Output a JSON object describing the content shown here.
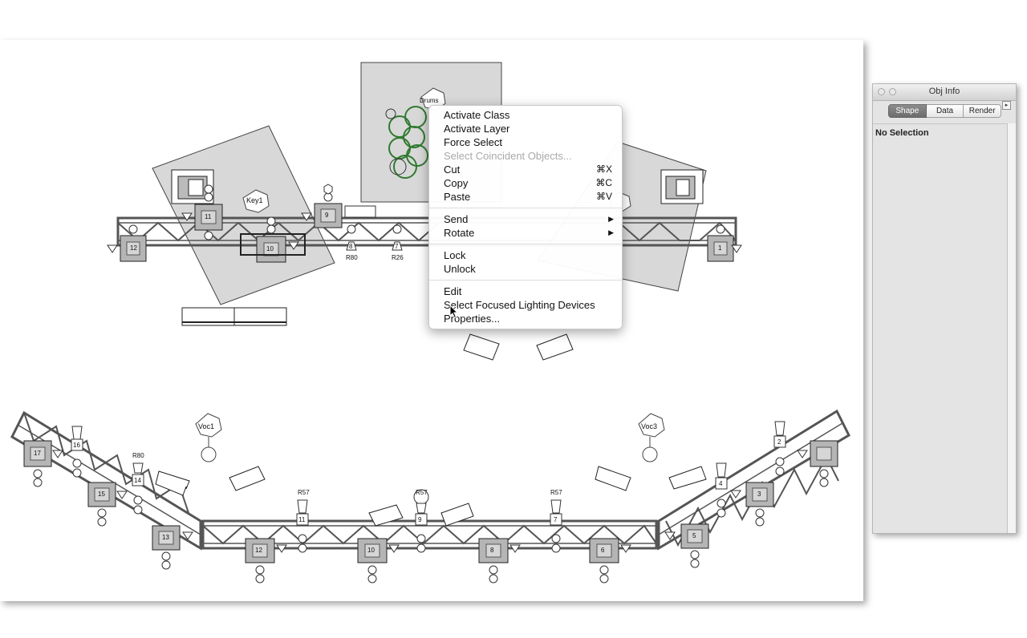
{
  "drawing": {
    "labels": {
      "drums": "Drums",
      "key1": "Key1",
      "voc1": "Voc1",
      "voc3": "Voc3",
      "r80_top": "R80",
      "r26": "R26",
      "r80_bottom": "R80",
      "r57_left": "R57",
      "r57_center": "R57",
      "r57_right": "R57",
      "dev_12": "12",
      "dev_11": "11",
      "dev_10": "10",
      "dev_9": "9",
      "dev_1_top": "1",
      "dev_8_small": "8",
      "dev_7_small": "7",
      "dev_2_top": "2",
      "dev_17": "17",
      "dev_16": "16",
      "dev_15": "15",
      "dev_14": "14",
      "dev_13": "13",
      "dev_12b": "12",
      "dev_11b": "11",
      "dev_10b": "10",
      "dev_9b": "9",
      "dev_8b": "8",
      "dev_7b": "7",
      "dev_6b": "6",
      "dev_5b": "5",
      "dev_4b": "4",
      "dev_3b": "3",
      "dev_2b": "2"
    }
  },
  "context_menu": {
    "items": [
      {
        "label": "Activate Class",
        "enabled": true
      },
      {
        "label": "Activate Layer",
        "enabled": true
      },
      {
        "label": "Force Select",
        "enabled": true
      },
      {
        "label": "Select Coincident Objects...",
        "enabled": false
      },
      {
        "label": "Cut",
        "shortcut": "⌘X",
        "enabled": true
      },
      {
        "label": "Copy",
        "shortcut": "⌘C",
        "enabled": true
      },
      {
        "label": "Paste",
        "shortcut": "⌘V",
        "enabled": true
      },
      {
        "label": "Send",
        "submenu": "▶",
        "enabled": true
      },
      {
        "label": "Rotate",
        "submenu": "▶",
        "enabled": true
      },
      {
        "label": "Lock",
        "enabled": true
      },
      {
        "label": "Unlock",
        "enabled": true
      },
      {
        "label": "Edit",
        "enabled": true
      },
      {
        "label": "Select Focused Lighting Devices",
        "enabled": true
      },
      {
        "label": "Properties...",
        "enabled": true
      }
    ]
  },
  "obj_info": {
    "title": "Obj Info",
    "tabs": [
      "Shape",
      "Data",
      "Render"
    ],
    "active_tab": "Shape",
    "menu_glyph": "▸",
    "status": "No Selection"
  },
  "colors": {
    "truss": "#555555",
    "area_fill": "#d8d8d8",
    "device_fill": "#b5b5b5",
    "drum_outline": "#2f7a2f"
  }
}
